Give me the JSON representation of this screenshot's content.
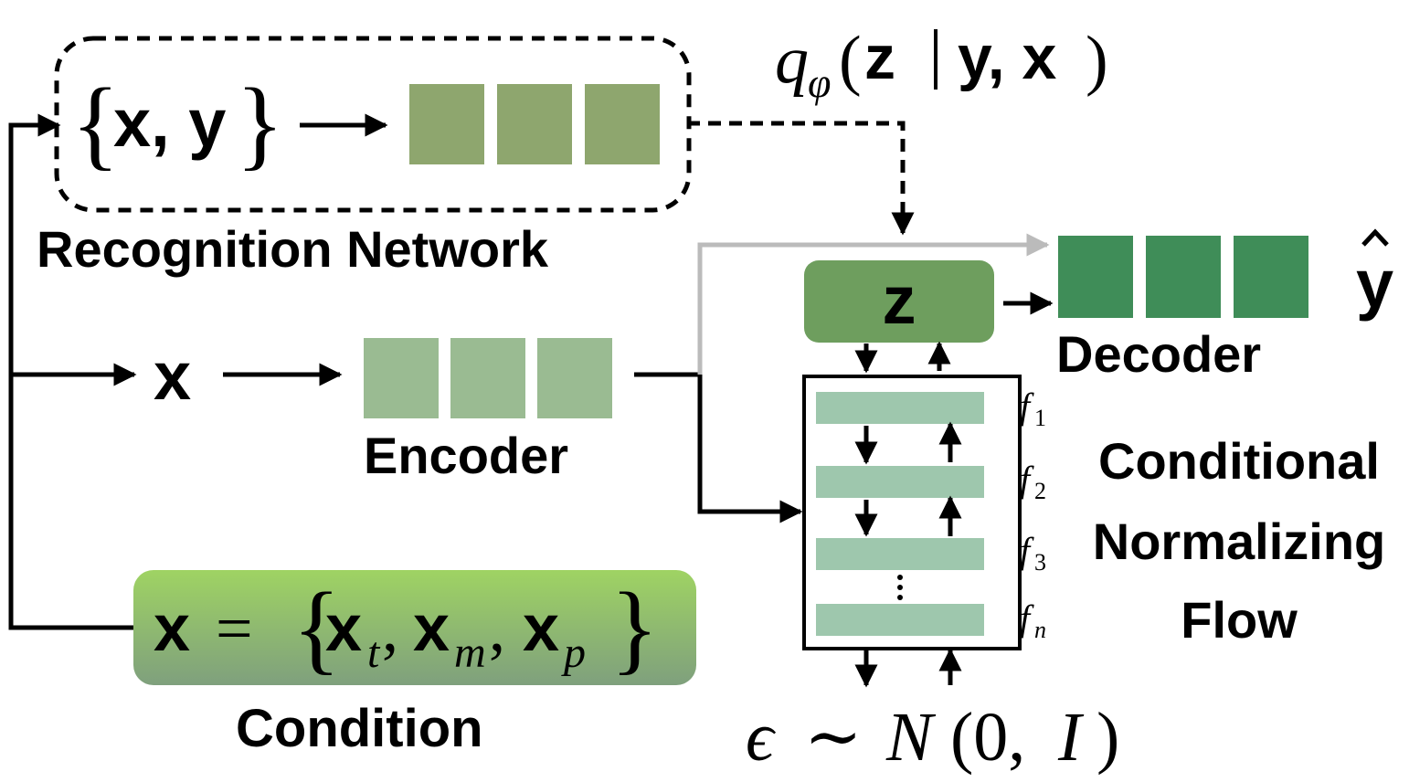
{
  "recognition": {
    "input": "{x, y}",
    "label": "Recognition Network",
    "posterior": "qφ(z | y, x)"
  },
  "encoder": {
    "input": "x",
    "label": "Encoder"
  },
  "latent": {
    "symbol": "z"
  },
  "decoder": {
    "label": "Decoder",
    "output": "ŷ"
  },
  "flow": {
    "layers": [
      "f1",
      "f2",
      "f3",
      "fn"
    ],
    "label_lines": [
      "Conditional",
      "Normalizing",
      "Flow"
    ],
    "base_distribution": "ϵ ∼ N(0, I)"
  },
  "condition": {
    "formula": "x = {xt, xm, xp}",
    "label": "Condition"
  },
  "colors": {
    "recognition_block": "#8ea66e",
    "encoder_block": "#9abb92",
    "decoder_block": "#3f8d58",
    "latent_box": "#6e9e5e",
    "flow_layer": "#9ec7ad",
    "condition_top": "#9fd363",
    "condition_bottom": "#7fa07d",
    "skip_arrow": "#bbbbbb"
  }
}
